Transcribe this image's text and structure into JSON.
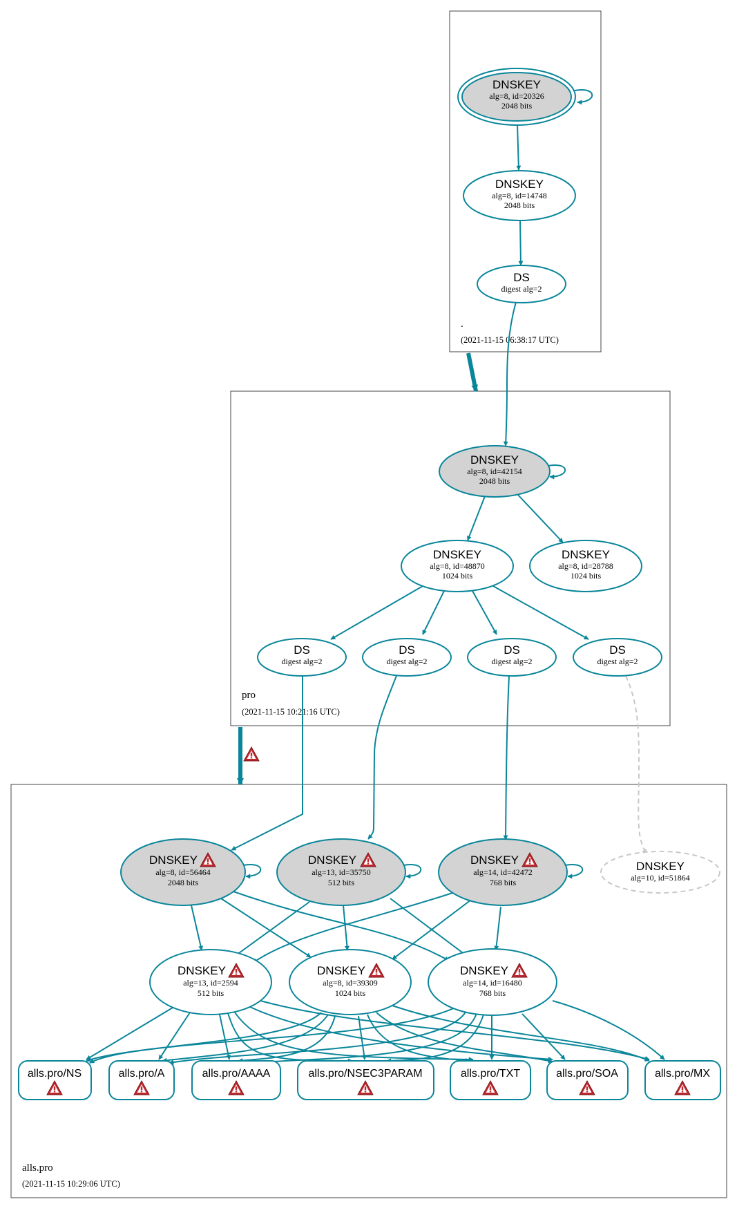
{
  "colors": {
    "edge": "#0a869a",
    "node_fill_ksk": "#d3d3d3",
    "node_fill": "#ffffff",
    "missing": "#c8c8c8",
    "warning": "#c0282e"
  },
  "zones": {
    "root": {
      "name": ".",
      "timestamp": "(2021-11-15 06:38:17 UTC)"
    },
    "pro": {
      "name": "pro",
      "timestamp": "(2021-11-15 10:21:16 UTC)"
    },
    "alls": {
      "name": "alls.pro",
      "timestamp": "(2021-11-15 10:29:06 UTC)"
    }
  },
  "nodes": {
    "root_ksk": {
      "title": "DNSKEY",
      "detail": "alg=8, id=20326",
      "size": "2048 bits"
    },
    "root_zsk": {
      "title": "DNSKEY",
      "detail": "alg=8, id=14748",
      "size": "2048 bits"
    },
    "root_ds": {
      "title": "DS",
      "detail": "digest alg=2"
    },
    "pro_ksk": {
      "title": "DNSKEY",
      "detail": "alg=8, id=42154",
      "size": "2048 bits"
    },
    "pro_zsk1": {
      "title": "DNSKEY",
      "detail": "alg=8, id=48870",
      "size": "1024 bits"
    },
    "pro_zsk2": {
      "title": "DNSKEY",
      "detail": "alg=8, id=28788",
      "size": "1024 bits"
    },
    "pro_ds1": {
      "title": "DS",
      "detail": "digest alg=2"
    },
    "pro_ds2": {
      "title": "DS",
      "detail": "digest alg=2"
    },
    "pro_ds3": {
      "title": "DS",
      "detail": "digest alg=2"
    },
    "pro_ds4": {
      "title": "DS",
      "detail": "digest alg=2"
    },
    "alls_ksk1": {
      "title": "DNSKEY",
      "detail": "alg=8, id=56464",
      "size": "2048 bits"
    },
    "alls_ksk2": {
      "title": "DNSKEY",
      "detail": "alg=13, id=35750",
      "size": "512 bits"
    },
    "alls_ksk3": {
      "title": "DNSKEY",
      "detail": "alg=14, id=42472",
      "size": "768 bits"
    },
    "alls_missing": {
      "title": "DNSKEY",
      "detail": "alg=10, id=51864"
    },
    "alls_zsk1": {
      "title": "DNSKEY",
      "detail": "alg=13, id=2594",
      "size": "512 bits"
    },
    "alls_zsk2": {
      "title": "DNSKEY",
      "detail": "alg=8, id=39309",
      "size": "1024 bits"
    },
    "alls_zsk3": {
      "title": "DNSKEY",
      "detail": "alg=14, id=16480",
      "size": "768 bits"
    }
  },
  "rrsets": [
    "alls.pro/NS",
    "alls.pro/A",
    "alls.pro/AAAA",
    "alls.pro/NSEC3PARAM",
    "alls.pro/TXT",
    "alls.pro/SOA",
    "alls.pro/MX"
  ],
  "icons": {
    "warning": "warning-icon"
  }
}
